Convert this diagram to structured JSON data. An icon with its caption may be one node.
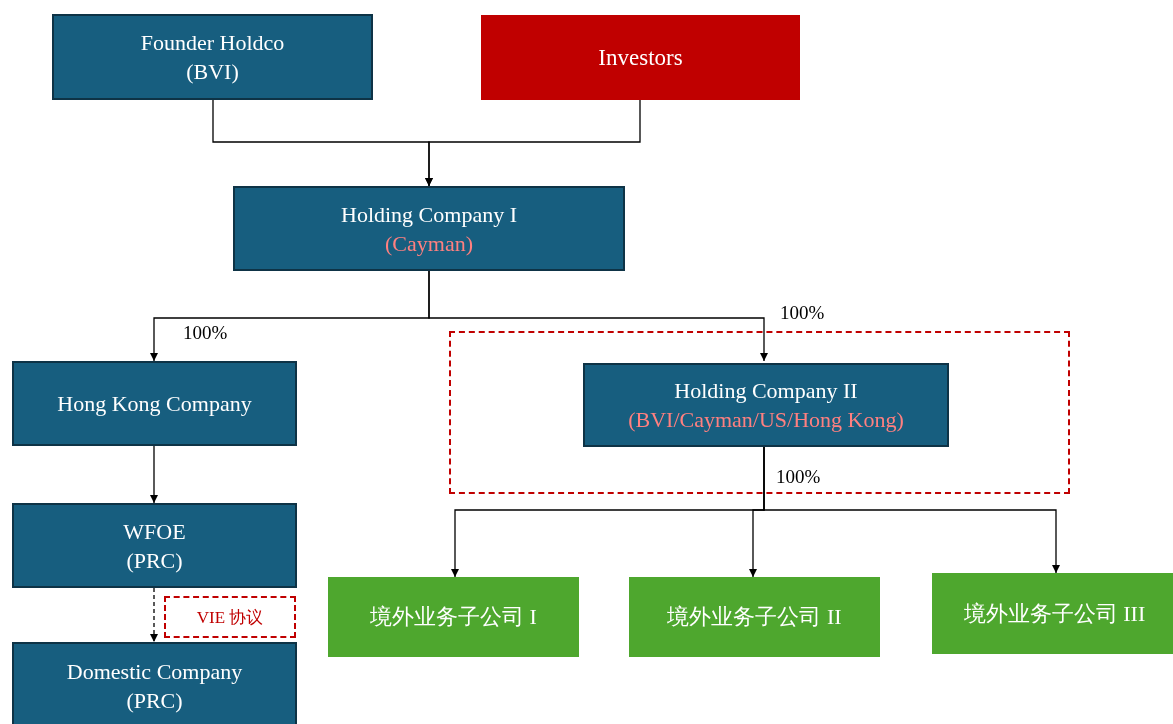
{
  "diagram": {
    "nodes": [
      {
        "text": [
          "Founder Holdco (BVI)"
        ]
      },
      {
        "text": [
          "Investors"
        ]
      },
      {
        "text": [
          "Holding Company I",
          "(Cayman)"
        ]
      },
      {
        "text": [
          "Hong Kong Company"
        ]
      },
      {
        "text": [],
        "shape": "box"
      },
      {
        "text": [
          "Holding Company II",
          "(BVI/Cayman/US/Hong Kong)"
        ],
        "in": 4
      },
      {
        "text": [
          "WFOE (PRC)"
        ]
      },
      {
        "text": [
          "VIE 协议"
        ]
      },
      {
        "text": [
          "Domestic Company (PRC)"
        ]
      },
      {
        "text": [
          "境外业务子公司 I"
        ]
      },
      {
        "text": [
          "境外业务子公司 II"
        ]
      },
      {
        "text": [
          "境外业务子公司 III"
        ]
      }
    ],
    "edges": [
      {
        "from": 0,
        "to": 2,
        "arrow": "to"
      },
      {
        "from": 1,
        "to": 2,
        "arrow": "to"
      },
      {
        "from": 2,
        "to": 3,
        "arrow": "to",
        "label": "100%"
      },
      {
        "from": 2,
        "to": 5,
        "arrow": "to",
        "label": "100%"
      },
      {
        "from": 3,
        "to": 6,
        "arrow": "to"
      },
      {
        "from": 6,
        "to": 8,
        "arrow": "to",
        "style": "dashed"
      },
      {
        "from": 5,
        "to": 9,
        "arrow": "to"
      },
      {
        "from": 5,
        "to": 10,
        "arrow": "to",
        "label": "100%"
      },
      {
        "from": 5,
        "to": 11,
        "arrow": "to"
      }
    ]
  }
}
